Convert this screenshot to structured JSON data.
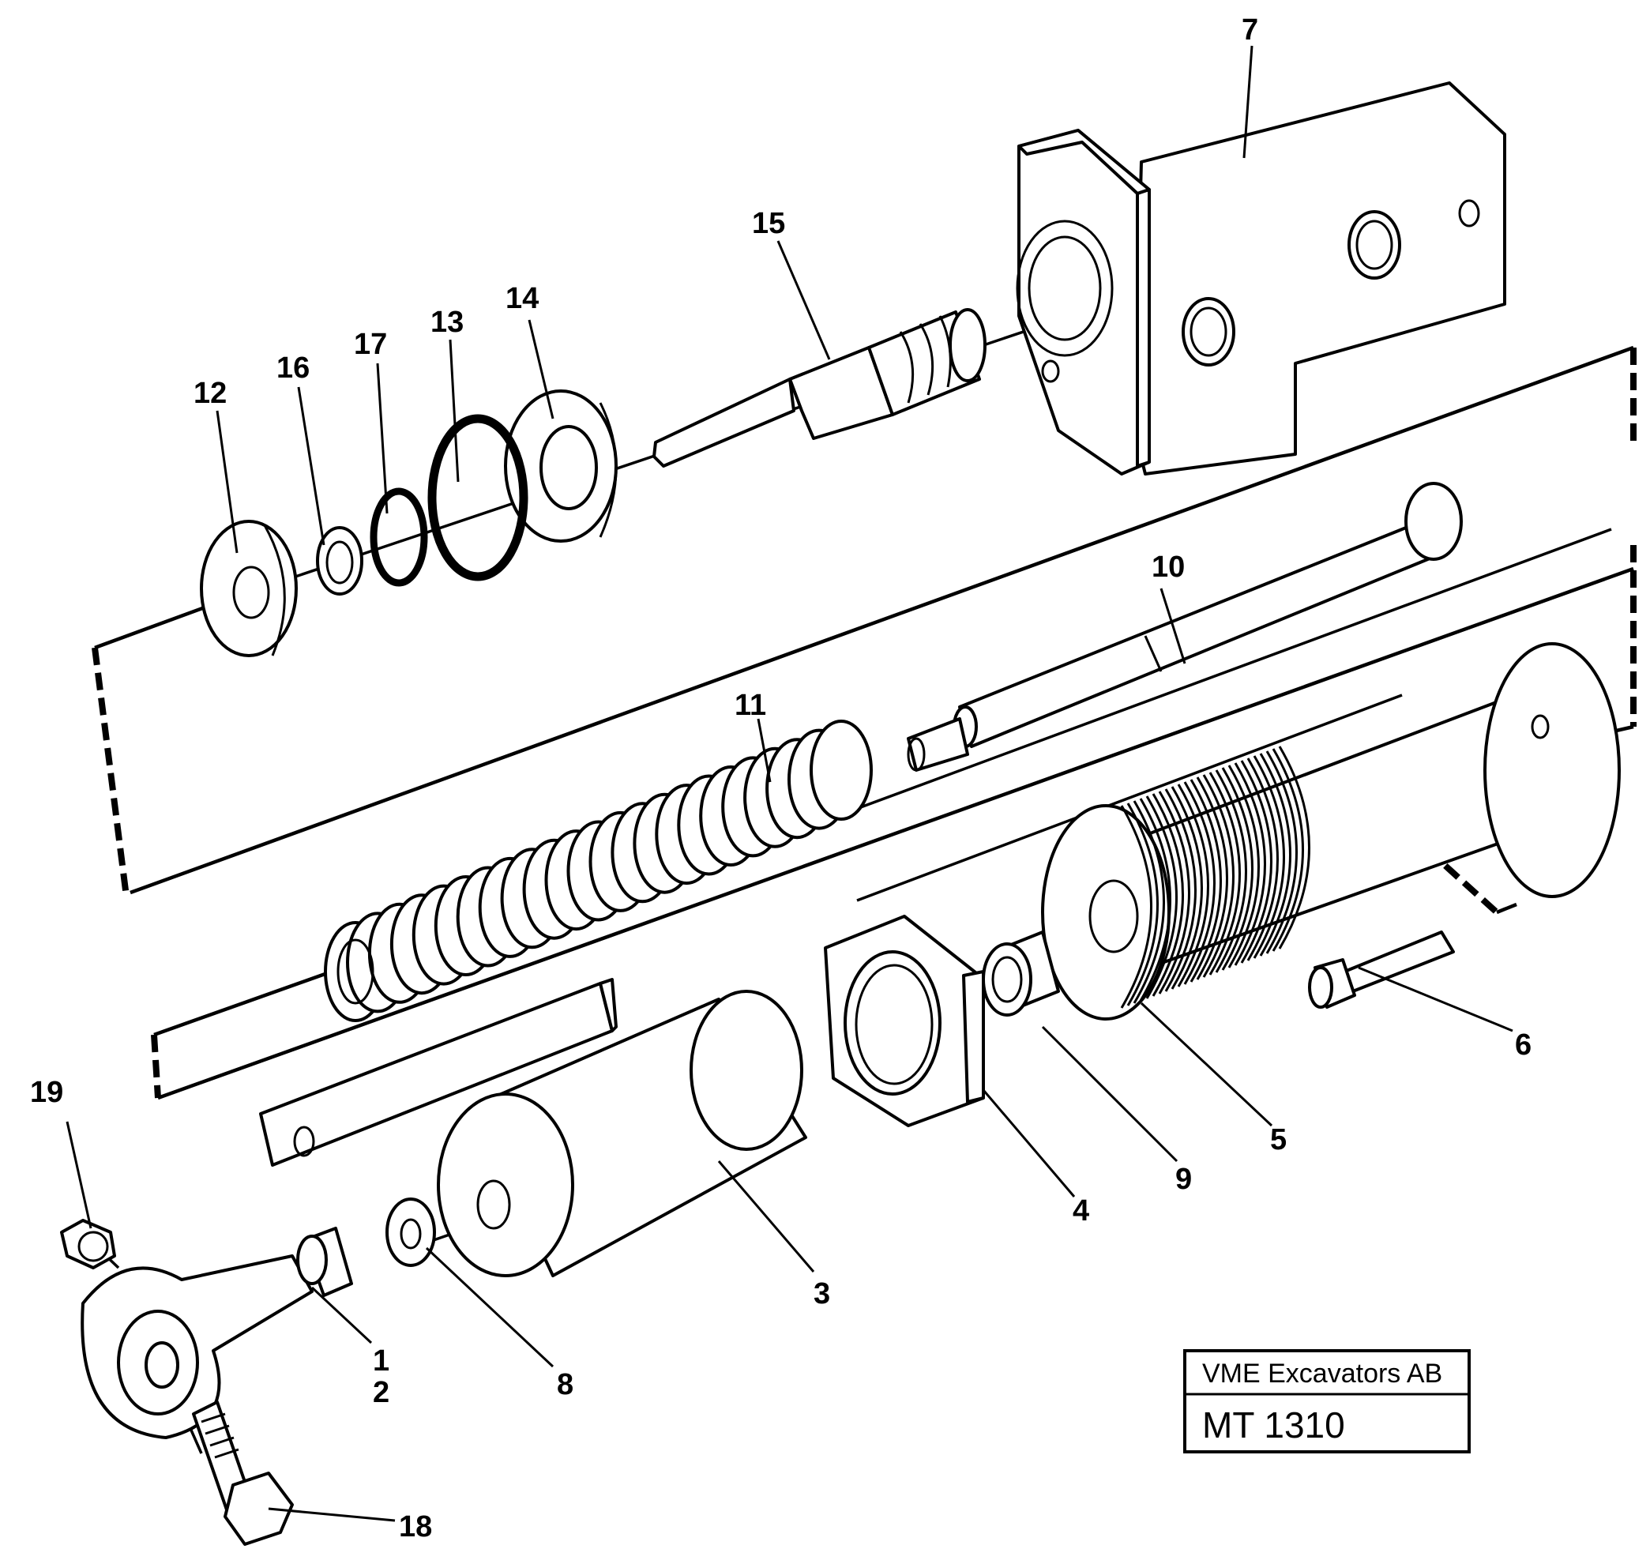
{
  "parts": [
    {
      "id": "p1",
      "label": "1"
    },
    {
      "id": "p2",
      "label": "2"
    },
    {
      "id": "p3",
      "label": "3"
    },
    {
      "id": "p4",
      "label": "4"
    },
    {
      "id": "p5",
      "label": "5"
    },
    {
      "id": "p6",
      "label": "6"
    },
    {
      "id": "p7",
      "label": "7"
    },
    {
      "id": "p8",
      "label": "8"
    },
    {
      "id": "p9",
      "label": "9"
    },
    {
      "id": "p10",
      "label": "10"
    },
    {
      "id": "p11",
      "label": "11"
    },
    {
      "id": "p12",
      "label": "12"
    },
    {
      "id": "p13",
      "label": "13"
    },
    {
      "id": "p14",
      "label": "14"
    },
    {
      "id": "p15",
      "label": "15"
    },
    {
      "id": "p16",
      "label": "16"
    },
    {
      "id": "p17",
      "label": "17"
    },
    {
      "id": "p18",
      "label": "18"
    },
    {
      "id": "p19",
      "label": "19"
    }
  ],
  "title_box": {
    "company": "VME Excavators AB",
    "code": "MT 1310"
  }
}
